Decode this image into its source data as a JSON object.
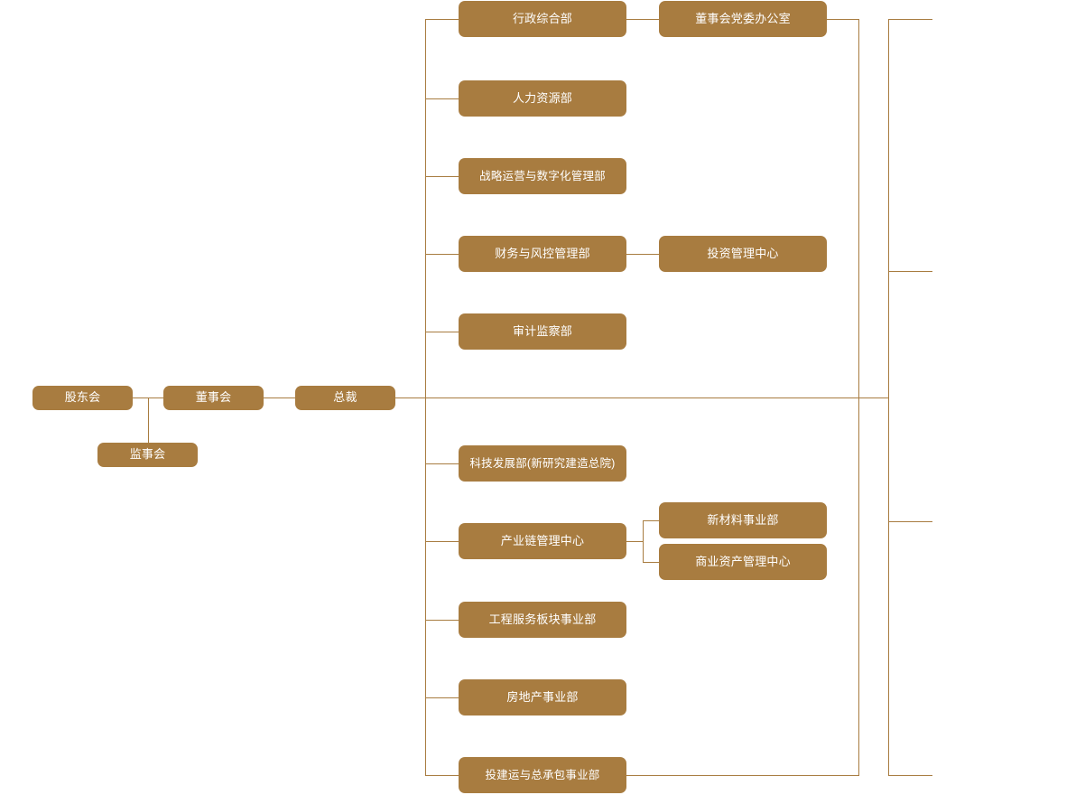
{
  "chart_title": "",
  "theme": {
    "node_fill": "#A87C40",
    "node_text": "#FFFFFF",
    "connector": "#A87C40",
    "background": "#FFFFFF"
  },
  "nodes": {
    "shareholders": {
      "label": "股东会"
    },
    "board": {
      "label": "董事会"
    },
    "supervisors": {
      "label": "监事会"
    },
    "president": {
      "label": "总裁"
    },
    "admin": {
      "label": "行政综合部"
    },
    "board_party_office": {
      "label": "董事会党委办公室"
    },
    "hr": {
      "label": "人力资源部"
    },
    "strategy": {
      "label": "战略运营与数字化管理部"
    },
    "finance": {
      "label": "财务与风控管理部"
    },
    "investment_center": {
      "label": "投资管理中心"
    },
    "audit": {
      "label": "审计监察部"
    },
    "tech": {
      "label": "科技发展部(新研究建造总院)"
    },
    "industry_chain": {
      "label": "产业链管理中心"
    },
    "new_materials": {
      "label": "新材料事业部"
    },
    "commercial_assets": {
      "label": "商业资产管理中心"
    },
    "engineering_services": {
      "label": "工程服务板块事业部"
    },
    "real_estate": {
      "label": "房地产事业部"
    },
    "invest_build_epc": {
      "label": "投建运与总承包事业部"
    }
  }
}
